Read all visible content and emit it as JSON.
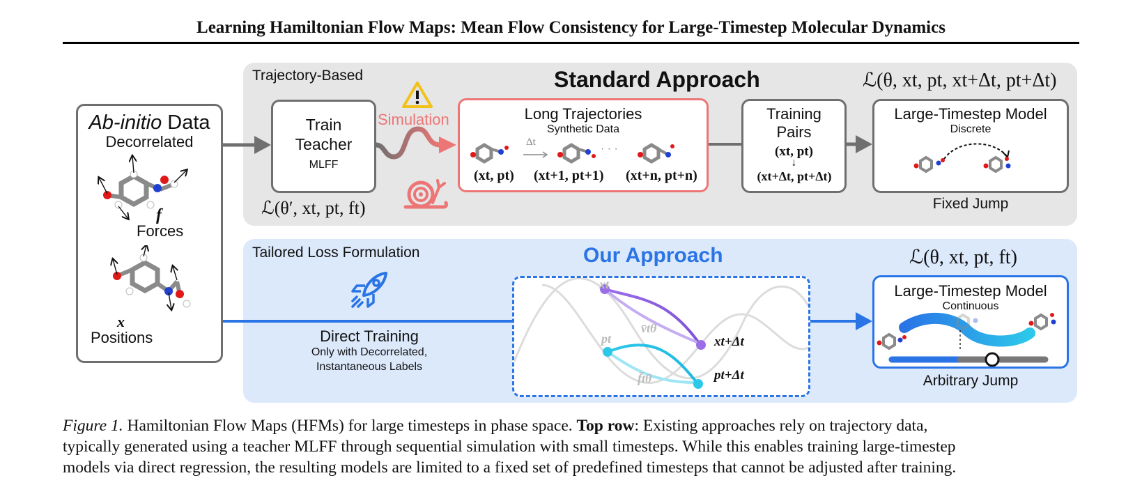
{
  "title": "Learning Hamiltonian Flow Maps: Mean Flow Consistency for Large-Timestep Molecular Dynamics",
  "figure": {
    "data_box": {
      "heading_italic": "Ab-initio",
      "heading_rest": " Data",
      "subheading": "Decorrelated",
      "forces_symbol": "f",
      "forces_label": "Forces",
      "positions_symbol": "x",
      "positions_label": "Positions"
    },
    "standard": {
      "corner_label": "Trajectory-Based",
      "title": "Standard Approach",
      "loss": "ℒ(θ, xt, pt, xt+Δt, pt+Δt)",
      "teacher_lines": [
        "Train",
        "Teacher"
      ],
      "teacher_sub": "MLFF",
      "teacher_loss": "ℒ(θ′, xt, pt, ft)",
      "simulation_label": "Simulation",
      "traj_title": "Long Trajectories",
      "traj_sub": "Synthetic Data",
      "traj_dt": "Δt",
      "traj_dots": "· · ·",
      "state_1": "(xt, pt)",
      "state_2": "(xt+1, pt+1)",
      "state_3": "(xt+n, pt+n)",
      "pairs_lines": [
        "Training",
        "Pairs"
      ],
      "pairs_top": "(xt, pt)",
      "pairs_arrow": "↓",
      "pairs_bottom": "(xt+Δt, pt+Δt)",
      "model_title": "Large-Timestep Model",
      "model_sub": "Discrete",
      "model_caption": "Fixed Jump"
    },
    "ours": {
      "corner_label": "Tailored Loss Formulation",
      "title": "Our Approach",
      "loss": "ℒ(θ, xt, pt, ft)",
      "direct_label": "Direct Training",
      "direct_sub1": "Only with Decorrelated,",
      "direct_sub2": "Instantaneous Labels",
      "x_t": "xt",
      "p_t": "pt",
      "v_bar": "v̄tθ",
      "f_bar": "f̄tθ",
      "x_end": "xt+Δt",
      "p_end": "pt+Δt",
      "model_title": "Large-Timestep Model",
      "model_sub": "Continuous",
      "model_caption": "Arbitrary Jump"
    },
    "colors": {
      "gray_panel": "#e6e6e6",
      "blue_panel": "#dce9fb",
      "red": "#ec7676",
      "blue": "#2a74e6",
      "purple": "#9b6ee8",
      "cyan": "#2cc8ea"
    }
  },
  "caption": {
    "figure_label": "Figure 1.",
    "sentence1": " Hamiltonian Flow Maps (HFMs) for large timesteps in phase space. ",
    "bold_label": "Top row",
    "line1_rest": ": Existing approaches rely on trajectory data,",
    "line2": "typically generated using a teacher MLFF through sequential simulation with small timesteps. While this enables training large-timestep",
    "line3": "models via direct regression, the resulting models are limited to a fixed set of predefined timesteps that cannot be adjusted after training."
  }
}
